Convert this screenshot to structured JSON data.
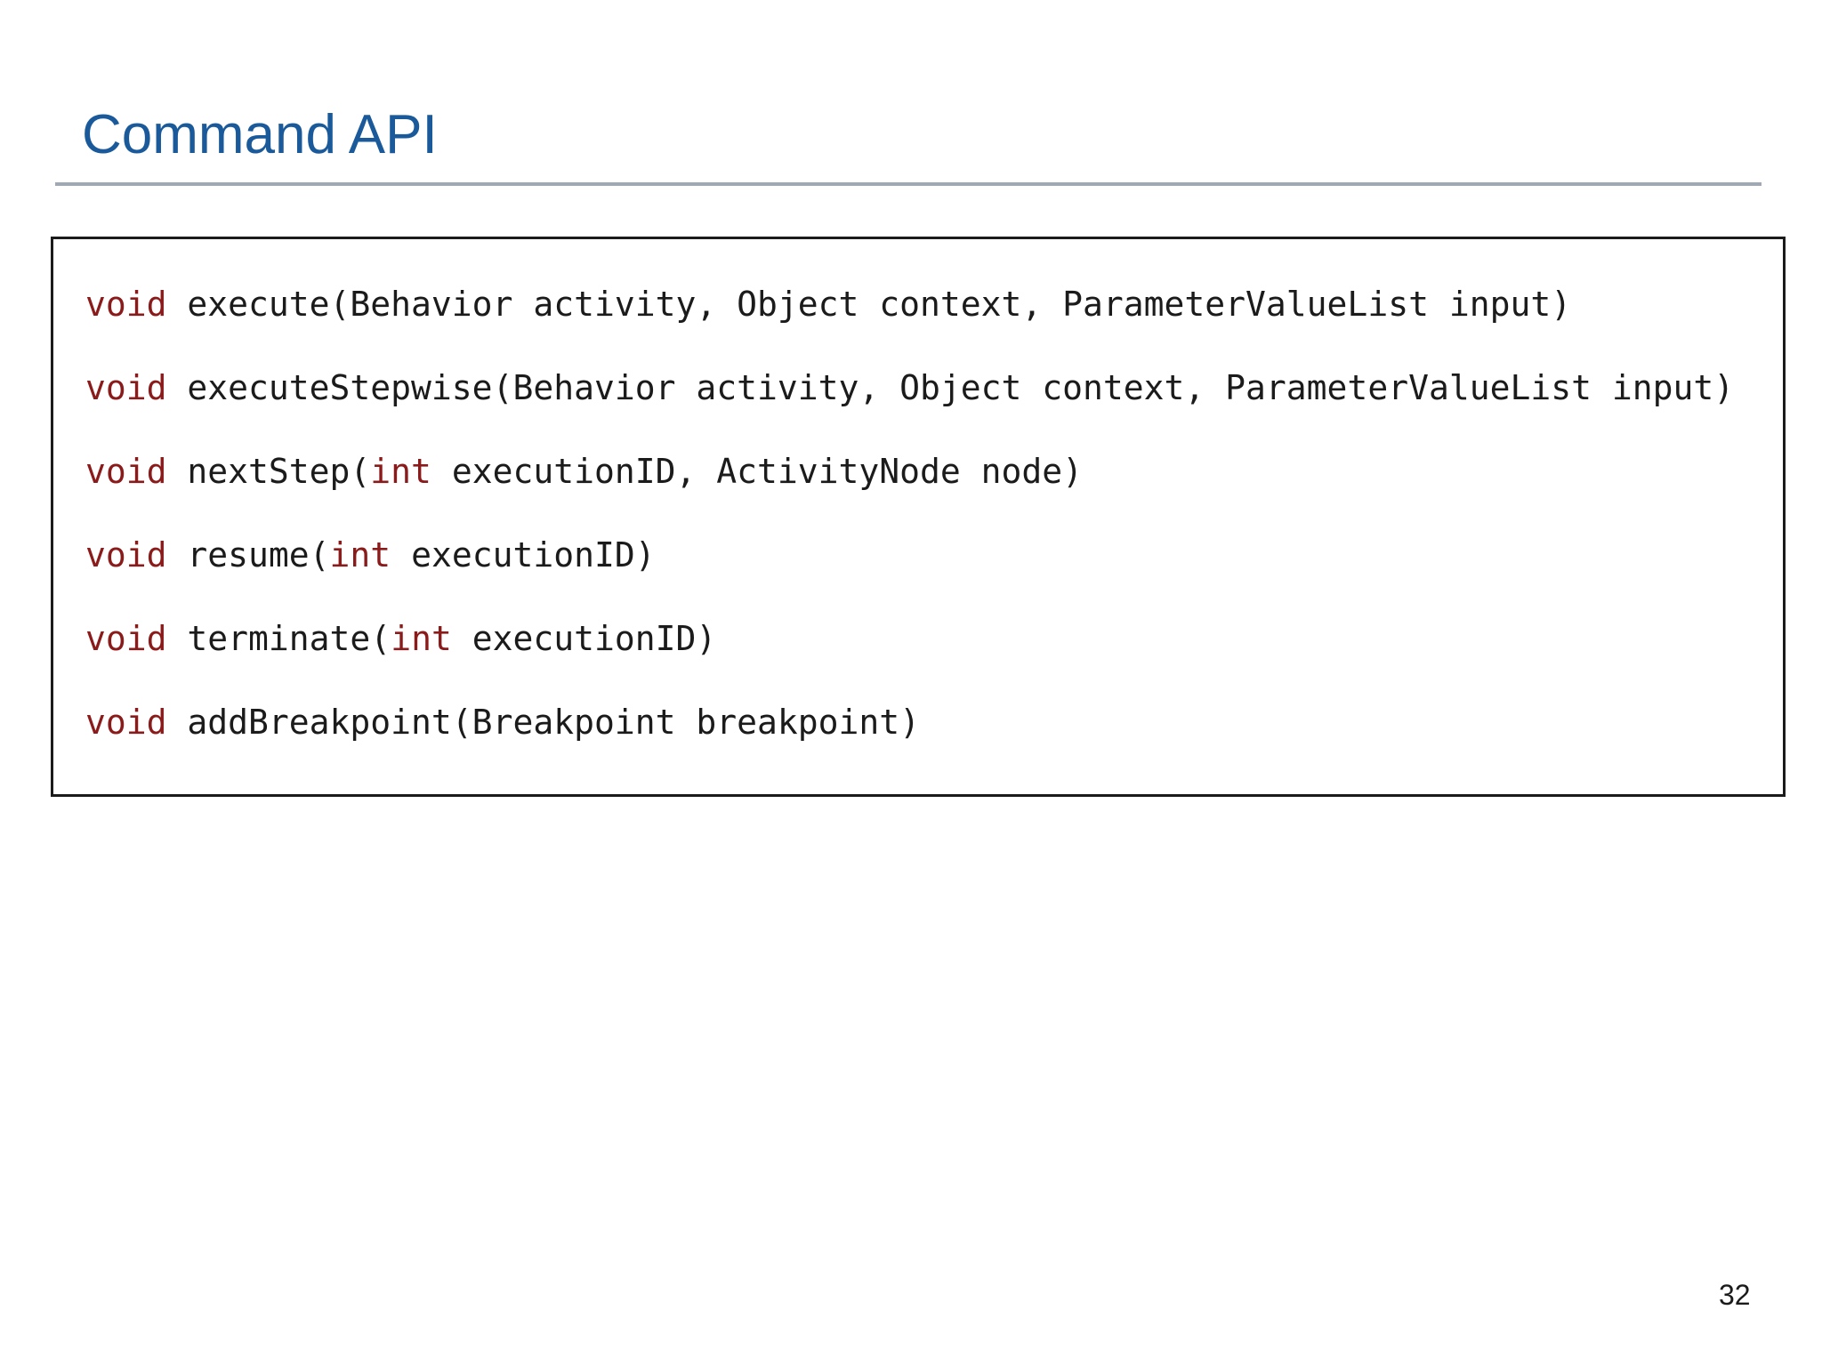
{
  "slide": {
    "title": "Command API",
    "page_number": "32"
  },
  "colors": {
    "title": "#1B5A9A",
    "rule": "#9FA9B5",
    "border": "#1B1B1B",
    "code_text": "#1B1B1B",
    "keyword": "#8B1B1B",
    "background": "#FFFFFF"
  },
  "code_box": {
    "lines": [
      {
        "tokens": [
          {
            "text": "void",
            "type": "keyword"
          },
          {
            "text": " execute(Behavior activity, Object context, ParameterValueList input)",
            "type": "plain"
          }
        ]
      },
      {
        "tokens": [
          {
            "text": "void",
            "type": "keyword"
          },
          {
            "text": " executeStepwise(Behavior activity, Object context, ParameterValueList input)",
            "type": "plain"
          }
        ]
      },
      {
        "tokens": [
          {
            "text": "void",
            "type": "keyword"
          },
          {
            "text": " nextStep(",
            "type": "plain"
          },
          {
            "text": "int",
            "type": "keyword"
          },
          {
            "text": " executionID, ActivityNode node)",
            "type": "plain"
          }
        ]
      },
      {
        "tokens": [
          {
            "text": "void",
            "type": "keyword"
          },
          {
            "text": " resume(",
            "type": "plain"
          },
          {
            "text": "int",
            "type": "keyword"
          },
          {
            "text": " executionID)",
            "type": "plain"
          }
        ]
      },
      {
        "tokens": [
          {
            "text": "void",
            "type": "keyword"
          },
          {
            "text": " terminate(",
            "type": "plain"
          },
          {
            "text": "int",
            "type": "keyword"
          },
          {
            "text": " executionID)",
            "type": "plain"
          }
        ]
      },
      {
        "tokens": [
          {
            "text": "void",
            "type": "keyword"
          },
          {
            "text": " addBreakpoint(Breakpoint breakpoint)",
            "type": "plain"
          }
        ]
      }
    ]
  }
}
